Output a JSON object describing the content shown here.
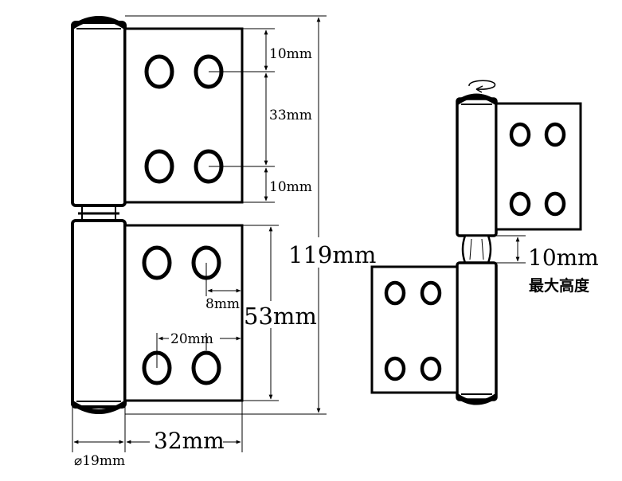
{
  "front_view": {
    "top_leaf_dims": {
      "top_margin": "10mm",
      "hole_spacing": "33mm",
      "bottom_margin": "10mm"
    },
    "overall_height": "119mm",
    "leaf_height": "53mm",
    "edge_to_hole": "8mm",
    "hole_pitch": "20mm",
    "leaf_width": "32mm",
    "barrel_diameter": "⌀19mm"
  },
  "side_view": {
    "gap": "10mm",
    "gap_caption": "最大高度"
  }
}
